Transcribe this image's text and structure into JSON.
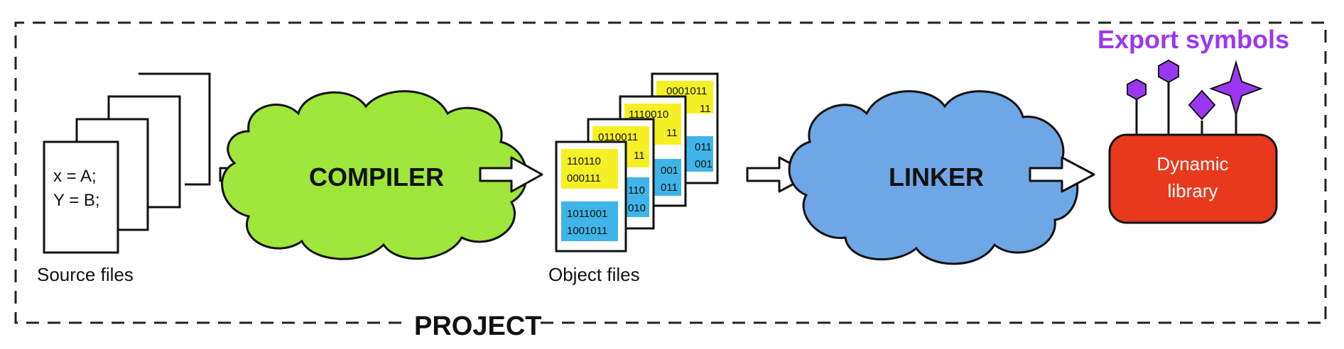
{
  "project": {
    "label": "PROJECT"
  },
  "source": {
    "label": "Source files",
    "code_lines": [
      "x = A;",
      "Y = B;"
    ]
  },
  "compiler": {
    "label": "COMPILER",
    "color": "#9ee63a"
  },
  "objects": {
    "label": "Object files",
    "front_yellow": [
      "110110",
      "000111"
    ],
    "front_blue": [
      "1011001",
      "1001011"
    ],
    "page2_yellow": [
      "0110011",
      "11"
    ],
    "page2_blue": [
      "110",
      "010"
    ],
    "page3_yellow": [
      "1110010",
      "11"
    ],
    "page3_blue": [
      "001",
      "011"
    ],
    "page4_yellow": [
      "0001011",
      "11"
    ],
    "page4_blue": [
      "011",
      "001"
    ],
    "yellow_color": "#f5f023",
    "blue_color": "#3fb4e8"
  },
  "linker": {
    "label": "LINKER",
    "color": "#6fa6e6"
  },
  "library": {
    "line1": "Dynamic",
    "line2": "library",
    "color": "#e8391c"
  },
  "exports": {
    "label": "Export symbols",
    "color": "#9b37f2"
  }
}
